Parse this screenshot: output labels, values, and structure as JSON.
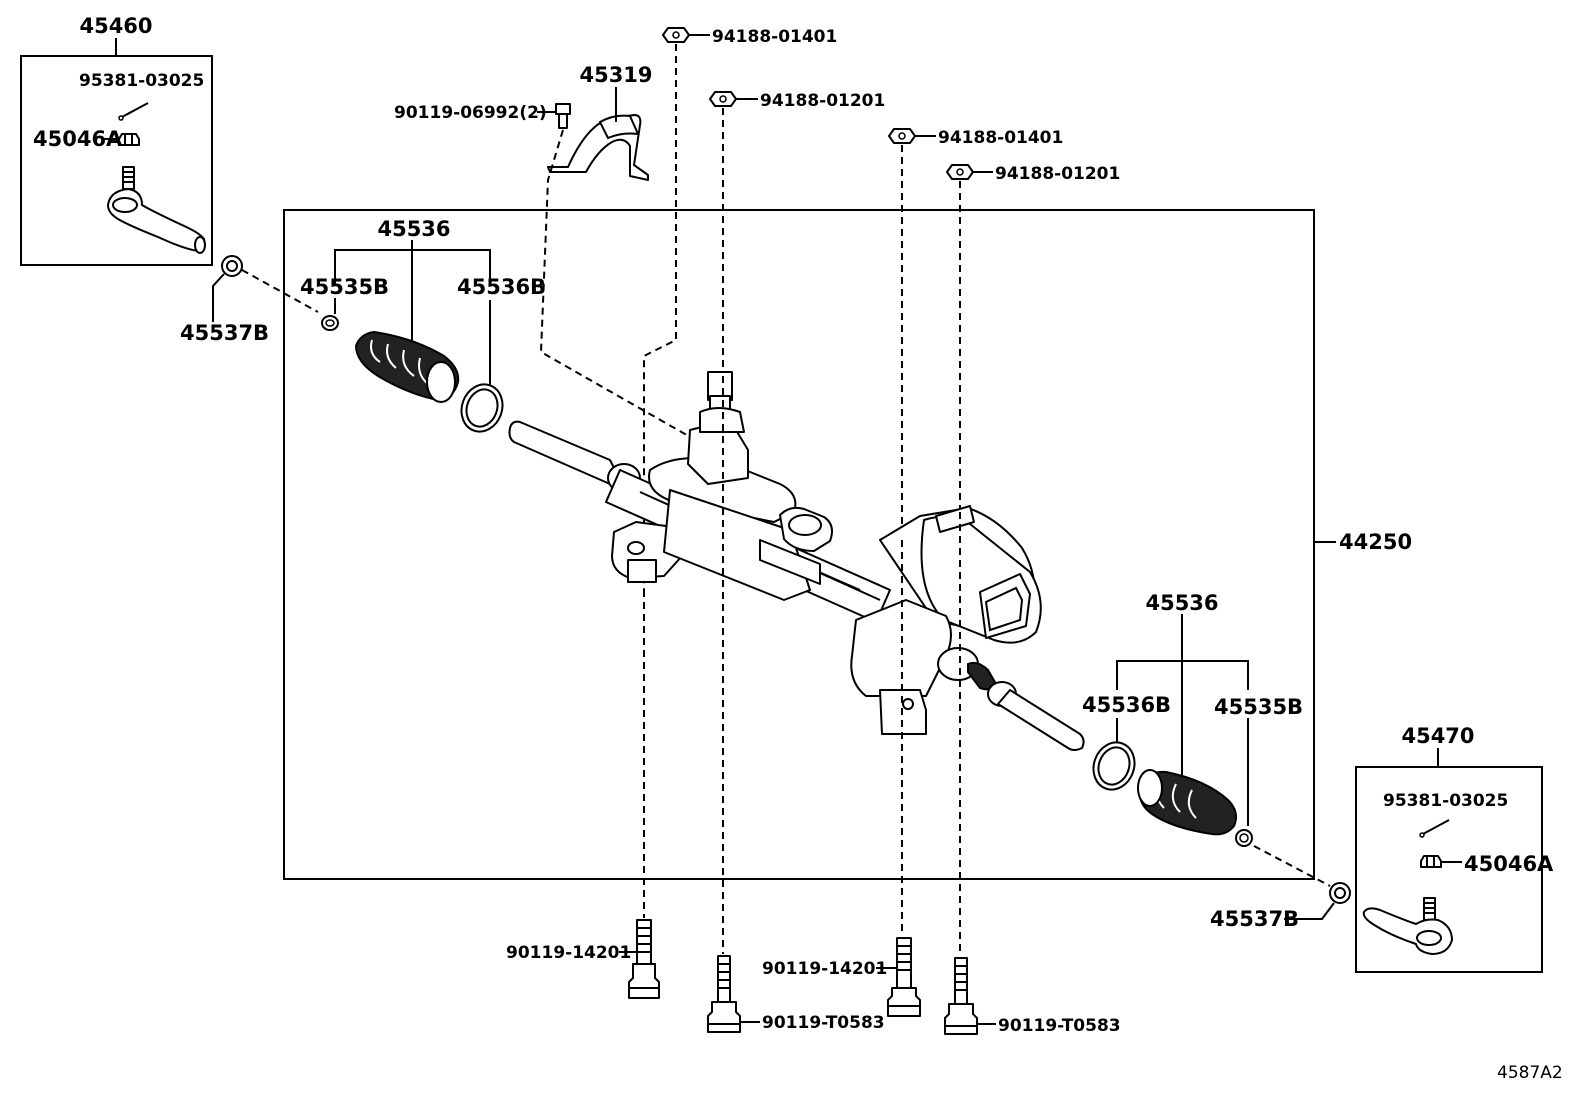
{
  "diagram": {
    "corner_code": "4587A2",
    "labels": {
      "tie_rod_end_left": "45460",
      "cotter_pin_left": "95381-03025",
      "nut_left": "45046A",
      "clip_left": "45537B",
      "bracket": "45319",
      "bracket_bolt": "90119-06992(2)",
      "nut_top_1": "94188-01401",
      "nut_top_2": "94188-01201",
      "nut_top_3": "94188-01401",
      "nut_top_4": "94188-01201",
      "boot_kit_left": "45536",
      "boot_clamp_left": "45535B",
      "boot_band_left": "45536B",
      "gear_assembly": "44250",
      "boot_kit_right": "45536",
      "boot_band_right": "45536B",
      "boot_clamp_right": "45535B",
      "tie_rod_end_right": "45470",
      "cotter_pin_right": "95381-03025",
      "nut_right": "45046A",
      "clip_right": "45537B",
      "bolt_bottom_1": "90119-14201",
      "bolt_bottom_2": "90119-T0583",
      "bolt_bottom_3": "90119-14201",
      "bolt_bottom_4": "90119-T0583"
    }
  }
}
